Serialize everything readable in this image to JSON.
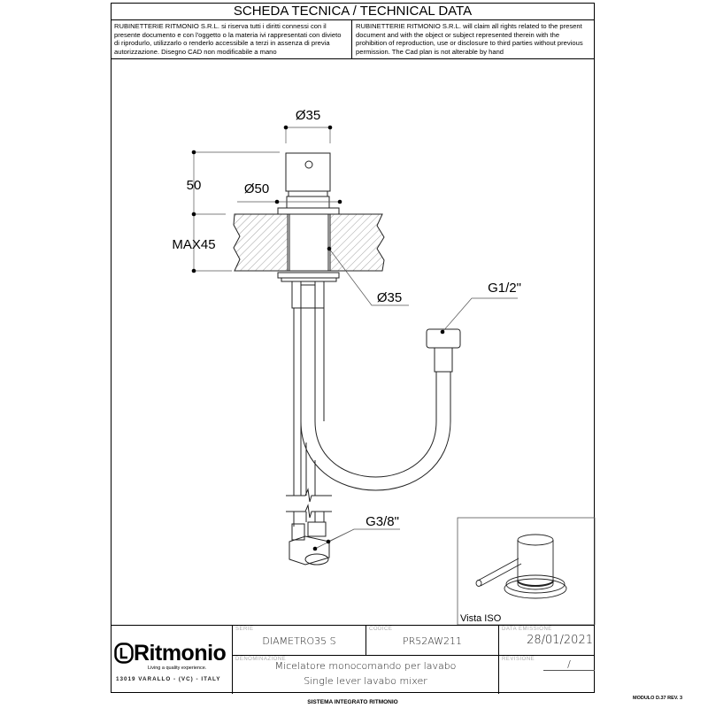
{
  "header": {
    "title": "SCHEDA TECNICA / TECHNICAL DATA",
    "notice_it": "RUBINETTERIE RITMONIO S.R.L. si riserva tutti i diritti connessi con il presente documento e con l'oggetto o la materia ivi rappresentati con divieto di riprodurlo, utilizzarlo o renderlo accessibile a terzi in assenza di previa autorizzazione. Disegno CAD non modificabile a mano",
    "notice_en": "RUBINETTERIE RITMONIO S.R.L. will claim all rights related to the present document and with the object or subject represented therein with the prohibition  of reproduction, use or disclosure to third parties without previous permission.  The Cad plan is not alterable by hand"
  },
  "drawing": {
    "dims": {
      "top_diameter": "Ø35",
      "height": "50",
      "flange_diameter": "Ø50",
      "max_thickness": "MAX45",
      "hole_diameter": "Ø35",
      "hose_thread": "G1/2\"",
      "inlet_thread": "G3/8\""
    },
    "iso_label": "Vista ISO"
  },
  "title_block": {
    "brand": "Ritmonio",
    "tagline": "Living a quality experience.",
    "address": "13019 VARALLO - (VC) - ITALY",
    "serie_label": "SERIE",
    "serie": "DIAMETRO35  S",
    "codice_label": "CODICE",
    "codice": "PR52AW211",
    "data_label": "DATA EMISSIONE",
    "data": "28/01/2021",
    "denominazione_label": "DENOMINAZIONE",
    "desc_it": "Micelatore monocomando per lavabo",
    "desc_en": "Single lever lavabo mixer",
    "revisione_label": "REVISIONE",
    "revisione": "/"
  },
  "footer": {
    "system": "SISTEMA INTEGRATO RITMONIO",
    "module": "MODULO D.37 REV. 3"
  }
}
